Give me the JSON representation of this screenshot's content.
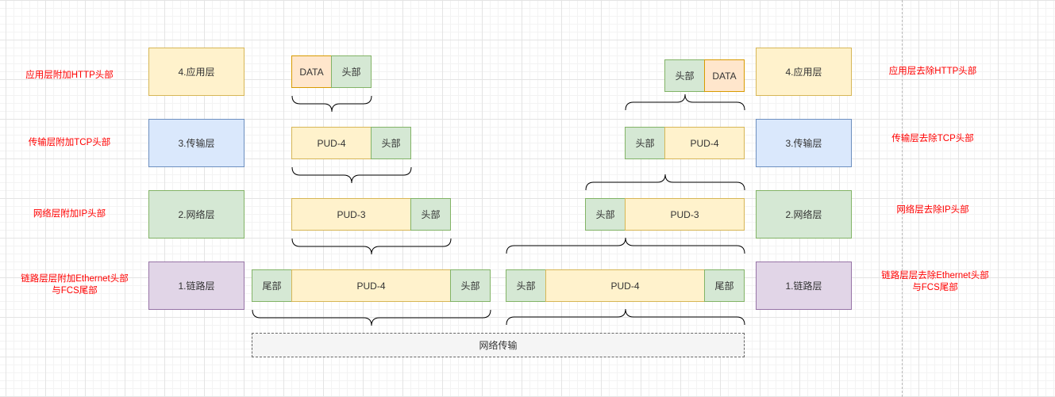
{
  "colors": {
    "note_text": "#ff0000",
    "yellow_fill": "#fff2cc",
    "blue_fill": "#dae8fc",
    "green_fill": "#d5e8d4",
    "purple_fill": "#e1d5e7",
    "orange_fill": "#ffe6cc"
  },
  "left_notes": {
    "app": "应用层附加HTTP头部",
    "transport": "传输层附加TCP头部",
    "network": "网络层附加IP头部",
    "link": "链路层层附加Ethernet头部\n与FCS尾部"
  },
  "right_notes": {
    "app": "应用层去除HTTP头部",
    "transport": "传输层去除TCP头部",
    "network": "网络层去除IP头部",
    "link": "链路层层去除Ethernet头部\n与FCS尾部"
  },
  "left_layers": {
    "app": "4.应用层",
    "transport": "3.传输层",
    "network": "2.网络层",
    "link": "1.链路层"
  },
  "right_layers": {
    "app": "4.应用层",
    "transport": "3.传输层",
    "network": "2.网络层",
    "link": "1.链路层"
  },
  "send": {
    "app": {
      "data": "DATA",
      "header": "头部"
    },
    "transport": {
      "payload": "PUD-4",
      "header": "头部"
    },
    "network": {
      "payload": "PUD-3",
      "header": "头部"
    },
    "link": {
      "trailer": "尾部",
      "payload": "PUD-4",
      "header": "头部"
    }
  },
  "receive": {
    "app": {
      "header": "头部",
      "data": "DATA"
    },
    "transport": {
      "header": "头部",
      "payload": "PUD-4"
    },
    "network": {
      "header": "头部",
      "payload": "PUD-3"
    },
    "link": {
      "header": "头部",
      "payload": "PUD-4",
      "trailer": "尾部"
    }
  },
  "network_transfer": "网络传输"
}
